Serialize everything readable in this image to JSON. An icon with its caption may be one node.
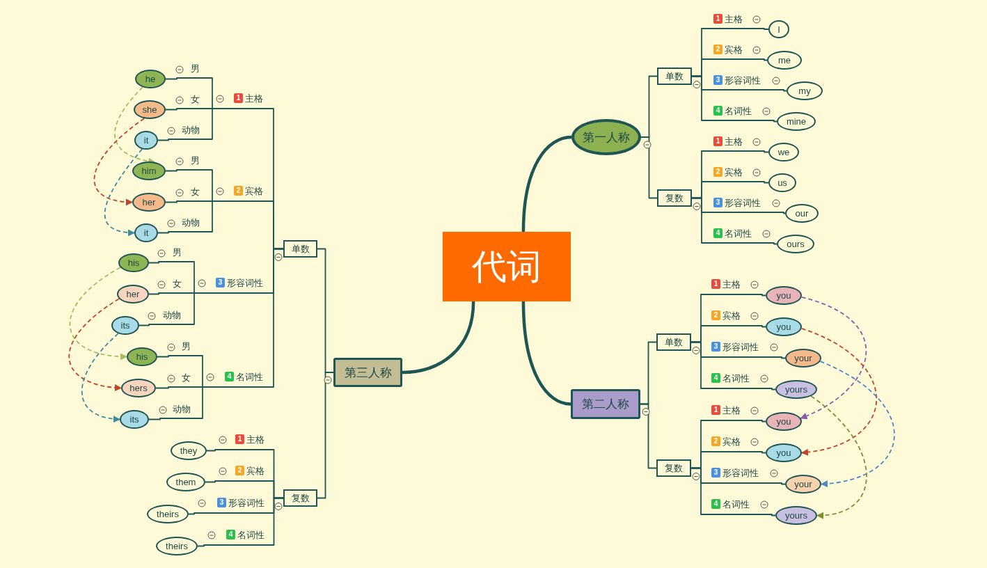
{
  "diagram": {
    "nodes": [
      {
        "text": [
          "代词"
        ]
      },
      {
        "text": [
          "第一人称"
        ]
      },
      {
        "text": [
          "单数"
        ]
      },
      {
        "text": [
          "1",
          "主格"
        ]
      },
      {
        "text": [
          "I"
        ]
      },
      {
        "text": [
          "2",
          "宾格"
        ]
      },
      {
        "text": [
          "me"
        ]
      },
      {
        "text": [
          "3",
          "形容词性"
        ]
      },
      {
        "text": [
          "my"
        ]
      },
      {
        "text": [
          "4",
          "名词性"
        ]
      },
      {
        "text": [
          "mine"
        ]
      },
      {
        "text": [
          "复数"
        ]
      },
      {
        "text": [
          "1",
          "主格"
        ]
      },
      {
        "text": [
          "we"
        ]
      },
      {
        "text": [
          "2",
          "宾格"
        ]
      },
      {
        "text": [
          "us"
        ]
      },
      {
        "text": [
          "3",
          "形容词性"
        ]
      },
      {
        "text": [
          "our"
        ]
      },
      {
        "text": [
          "4",
          "名词性"
        ]
      },
      {
        "text": [
          "ours"
        ]
      },
      {
        "text": [
          "第二人称"
        ]
      },
      {
        "text": [
          "单数"
        ]
      },
      {
        "text": [
          "1",
          "主格"
        ]
      },
      {
        "text": [
          "you"
        ]
      },
      {
        "text": [
          "2",
          "宾格"
        ]
      },
      {
        "text": [
          "you"
        ]
      },
      {
        "text": [
          "3",
          "形容词性"
        ]
      },
      {
        "text": [
          "your"
        ]
      },
      {
        "text": [
          "4",
          "名词性"
        ]
      },
      {
        "text": [
          "yours"
        ]
      },
      {
        "text": [
          "复数"
        ]
      },
      {
        "text": [
          "1",
          "主格"
        ]
      },
      {
        "text": [
          "you"
        ]
      },
      {
        "text": [
          "2",
          "宾格"
        ]
      },
      {
        "text": [
          "you"
        ]
      },
      {
        "text": [
          "3",
          "形容词性"
        ]
      },
      {
        "text": [
          "your"
        ]
      },
      {
        "text": [
          "4",
          "名词性"
        ]
      },
      {
        "text": [
          "yours"
        ]
      },
      {
        "text": [
          "第三人称"
        ]
      },
      {
        "text": [
          "单数"
        ]
      },
      {
        "text": [
          "1",
          "主格"
        ]
      },
      {
        "text": [
          "男"
        ]
      },
      {
        "text": [
          "he"
        ]
      },
      {
        "text": [
          "女"
        ]
      },
      {
        "text": [
          "she"
        ]
      },
      {
        "text": [
          "动物"
        ]
      },
      {
        "text": [
          "it"
        ]
      },
      {
        "text": [
          "2",
          "宾格"
        ]
      },
      {
        "text": [
          "男"
        ]
      },
      {
        "text": [
          "him"
        ]
      },
      {
        "text": [
          "女"
        ]
      },
      {
        "text": [
          "her"
        ]
      },
      {
        "text": [
          "动物"
        ]
      },
      {
        "text": [
          "it"
        ]
      },
      {
        "text": [
          "3",
          "形容词性"
        ]
      },
      {
        "text": [
          "男"
        ]
      },
      {
        "text": [
          "his"
        ]
      },
      {
        "text": [
          "女"
        ]
      },
      {
        "text": [
          "her"
        ]
      },
      {
        "text": [
          "动物"
        ]
      },
      {
        "text": [
          "its"
        ]
      },
      {
        "text": [
          "4",
          "名词性"
        ]
      },
      {
        "text": [
          "男"
        ]
      },
      {
        "text": [
          "his"
        ]
      },
      {
        "text": [
          "女"
        ]
      },
      {
        "text": [
          "hers"
        ]
      },
      {
        "text": [
          "动物"
        ]
      },
      {
        "text": [
          "its"
        ]
      },
      {
        "text": [
          "复数"
        ]
      },
      {
        "text": [
          "1",
          "主格"
        ]
      },
      {
        "text": [
          "they"
        ]
      },
      {
        "text": [
          "2",
          "宾格"
        ]
      },
      {
        "text": [
          "them"
        ]
      },
      {
        "text": [
          "3",
          "形容词性"
        ]
      },
      {
        "text": [
          "theirs"
        ]
      },
      {
        "text": [
          "4",
          "名词性"
        ]
      },
      {
        "text": [
          "theirs"
        ]
      }
    ],
    "edges": [
      {
        "from": 0,
        "to": 1,
        "arrow": "none",
        "style": "thick"
      },
      {
        "from": 0,
        "to": 20,
        "arrow": "none",
        "style": "thick"
      },
      {
        "from": 0,
        "to": 39,
        "arrow": "none",
        "style": "thick"
      },
      {
        "from": 1,
        "to": 2,
        "arrow": "none"
      },
      {
        "from": 1,
        "to": 11,
        "arrow": "none"
      },
      {
        "from": 2,
        "to": 3,
        "arrow": "none"
      },
      {
        "from": 3,
        "to": 4,
        "arrow": "none"
      },
      {
        "from": 2,
        "to": 5,
        "arrow": "none"
      },
      {
        "from": 5,
        "to": 6,
        "arrow": "none"
      },
      {
        "from": 2,
        "to": 7,
        "arrow": "none"
      },
      {
        "from": 7,
        "to": 8,
        "arrow": "none"
      },
      {
        "from": 2,
        "to": 9,
        "arrow": "none"
      },
      {
        "from": 9,
        "to": 10,
        "arrow": "none"
      },
      {
        "from": 11,
        "to": 12,
        "arrow": "none"
      },
      {
        "from": 12,
        "to": 13,
        "arrow": "none"
      },
      {
        "from": 11,
        "to": 14,
        "arrow": "none"
      },
      {
        "from": 14,
        "to": 15,
        "arrow": "none"
      },
      {
        "from": 11,
        "to": 16,
        "arrow": "none"
      },
      {
        "from": 16,
        "to": 17,
        "arrow": "none"
      },
      {
        "from": 11,
        "to": 18,
        "arrow": "none"
      },
      {
        "from": 18,
        "to": 19,
        "arrow": "none"
      },
      {
        "from": 20,
        "to": 21,
        "arrow": "none"
      },
      {
        "from": 20,
        "to": 30,
        "arrow": "none"
      },
      {
        "from": 21,
        "to": 22,
        "arrow": "none"
      },
      {
        "from": 22,
        "to": 23,
        "arrow": "none"
      },
      {
        "from": 21,
        "to": 24,
        "arrow": "none"
      },
      {
        "from": 24,
        "to": 25,
        "arrow": "none"
      },
      {
        "from": 21,
        "to": 26,
        "arrow": "none"
      },
      {
        "from": 26,
        "to": 27,
        "arrow": "none"
      },
      {
        "from": 21,
        "to": 28,
        "arrow": "none"
      },
      {
        "from": 28,
        "to": 29,
        "arrow": "none"
      },
      {
        "from": 30,
        "to": 31,
        "arrow": "none"
      },
      {
        "from": 31,
        "to": 32,
        "arrow": "none"
      },
      {
        "from": 30,
        "to": 33,
        "arrow": "none"
      },
      {
        "from": 33,
        "to": 34,
        "arrow": "none"
      },
      {
        "from": 30,
        "to": 35,
        "arrow": "none"
      },
      {
        "from": 35,
        "to": 36,
        "arrow": "none"
      },
      {
        "from": 30,
        "to": 37,
        "arrow": "none"
      },
      {
        "from": 37,
        "to": 38,
        "arrow": "none"
      },
      {
        "from": 39,
        "to": 40,
        "arrow": "none"
      },
      {
        "from": 39,
        "to": 69,
        "arrow": "none"
      },
      {
        "from": 40,
        "to": 41,
        "arrow": "none"
      },
      {
        "from": 41,
        "to": 42,
        "arrow": "none"
      },
      {
        "from": 42,
        "to": 43,
        "arrow": "none"
      },
      {
        "from": 41,
        "to": 44,
        "arrow": "none"
      },
      {
        "from": 44,
        "to": 45,
        "arrow": "none"
      },
      {
        "from": 41,
        "to": 46,
        "arrow": "none"
      },
      {
        "from": 46,
        "to": 47,
        "arrow": "none"
      },
      {
        "from": 40,
        "to": 48,
        "arrow": "none"
      },
      {
        "from": 48,
        "to": 49,
        "arrow": "none"
      },
      {
        "from": 49,
        "to": 50,
        "arrow": "none"
      },
      {
        "from": 48,
        "to": 51,
        "arrow": "none"
      },
      {
        "from": 51,
        "to": 52,
        "arrow": "none"
      },
      {
        "from": 48,
        "to": 53,
        "arrow": "none"
      },
      {
        "from": 53,
        "to": 54,
        "arrow": "none"
      },
      {
        "from": 40,
        "to": 55,
        "arrow": "none"
      },
      {
        "from": 55,
        "to": 56,
        "arrow": "none"
      },
      {
        "from": 56,
        "to": 57,
        "arrow": "none"
      },
      {
        "from": 55,
        "to": 58,
        "arrow": "none"
      },
      {
        "from": 58,
        "to": 59,
        "arrow": "none"
      },
      {
        "from": 55,
        "to": 60,
        "arrow": "none"
      },
      {
        "from": 60,
        "to": 61,
        "arrow": "none"
      },
      {
        "from": 40,
        "to": 62,
        "arrow": "none"
      },
      {
        "from": 62,
        "to": 63,
        "arrow": "none"
      },
      {
        "from": 63,
        "to": 64,
        "arrow": "none"
      },
      {
        "from": 62,
        "to": 65,
        "arrow": "none"
      },
      {
        "from": 65,
        "to": 66,
        "arrow": "none"
      },
      {
        "from": 62,
        "to": 67,
        "arrow": "none"
      },
      {
        "from": 67,
        "to": 68,
        "arrow": "none"
      },
      {
        "from": 69,
        "to": 70,
        "arrow": "none"
      },
      {
        "from": 70,
        "to": 71,
        "arrow": "none"
      },
      {
        "from": 69,
        "to": 72,
        "arrow": "none"
      },
      {
        "from": 72,
        "to": 73,
        "arrow": "none"
      },
      {
        "from": 69,
        "to": 74,
        "arrow": "none"
      },
      {
        "from": 74,
        "to": 75,
        "arrow": "none"
      },
      {
        "from": 69,
        "to": 76,
        "arrow": "none"
      },
      {
        "from": 76,
        "to": 77,
        "arrow": "none"
      },
      {
        "from": 43,
        "to": 50,
        "arrow": "to",
        "style": "dashed",
        "color": "#a4bd5e"
      },
      {
        "from": 45,
        "to": 52,
        "arrow": "to",
        "style": "dashed",
        "color": "#c0442a"
      },
      {
        "from": 47,
        "to": 54,
        "arrow": "to",
        "style": "dashed",
        "color": "#3e8aa0"
      },
      {
        "from": 57,
        "to": 64,
        "arrow": "to",
        "style": "dashed",
        "color": "#a4bd5e"
      },
      {
        "from": 59,
        "to": 66,
        "arrow": "to",
        "style": "dashed",
        "color": "#c0442a"
      },
      {
        "from": 61,
        "to": 68,
        "arrow": "to",
        "style": "dashed",
        "color": "#3e8aa0"
      },
      {
        "from": 23,
        "to": 32,
        "arrow": "to",
        "style": "dashed",
        "color": "#8a5ca8"
      },
      {
        "from": 25,
        "to": 34,
        "arrow": "to",
        "style": "dashed",
        "color": "#c0442a"
      },
      {
        "from": 27,
        "to": 36,
        "arrow": "to",
        "style": "dashed",
        "color": "#4a88c8"
      },
      {
        "from": 29,
        "to": 38,
        "arrow": "to",
        "style": "dashed",
        "color": "#7e9034"
      }
    ]
  }
}
